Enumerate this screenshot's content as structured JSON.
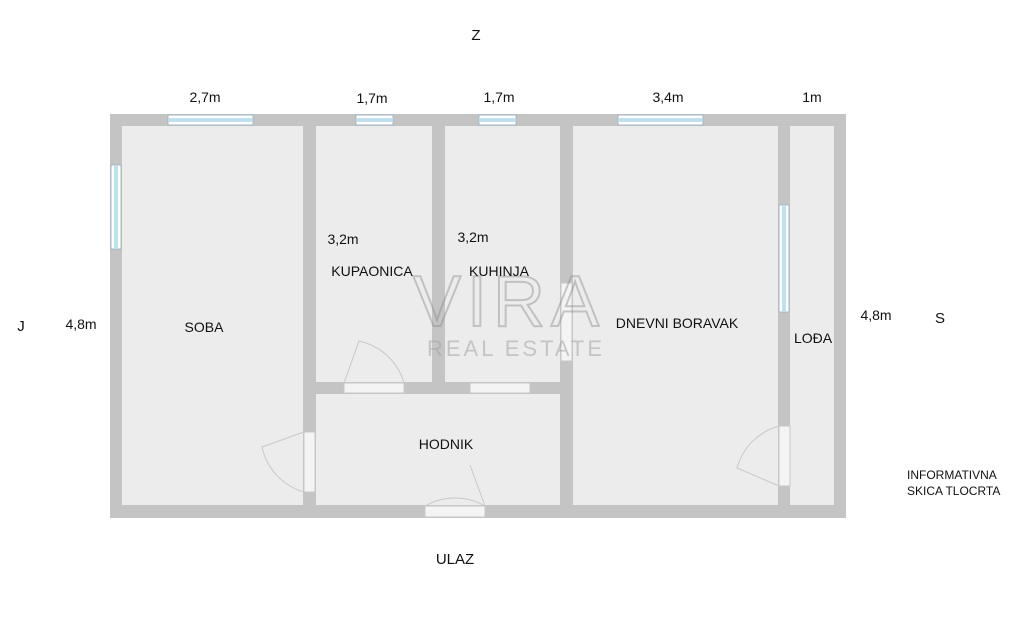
{
  "compass": {
    "north": "Z",
    "south": "J",
    "east": "S"
  },
  "entrance": "ULAZ",
  "watermark": {
    "line1": "VIRA",
    "line2": "REAL ESTATE"
  },
  "note": [
    "INFORMATIVNA",
    "SKICA TLOCRTA"
  ],
  "dimensions": {
    "soba_width": "2,7m",
    "kupaonica_width": "1,7m",
    "kuhinja_width": "1,7m",
    "boravak_width": "3,4m",
    "loda_width": "1m",
    "left_height": "4,8m",
    "right_height": "4,8m",
    "kupaonica_depth": "3,2m",
    "kuhinja_depth": "3,2m"
  },
  "rooms": {
    "soba": "SOBA",
    "kupaonica": "KUPAONICA",
    "kuhinja": "KUHINJA",
    "boravak": "DNEVNI BORAVAK",
    "loda": "LOĐA",
    "hodnik": "HODNIK"
  },
  "colors": {
    "wall": "#c4c4c4",
    "floor": "#ececec",
    "window": "#bfe0ee",
    "door": "#c9c9c9"
  }
}
